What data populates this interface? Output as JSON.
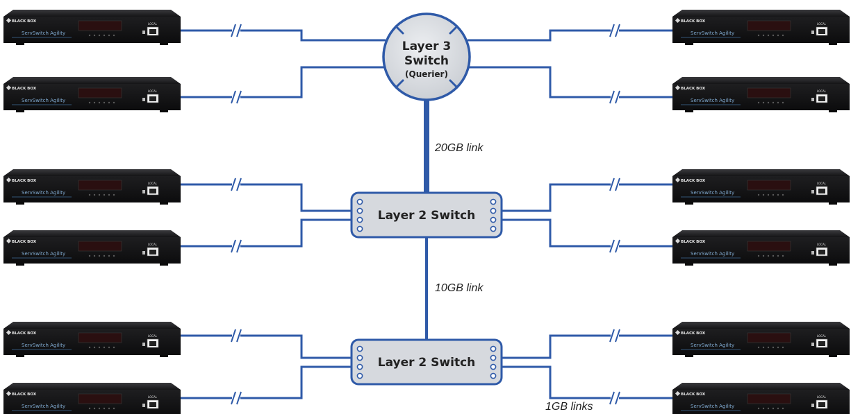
{
  "core_switch": {
    "line1": "Layer 3",
    "line2": "Switch",
    "line3": "(Querier)"
  },
  "access_switches": [
    {
      "label": "Layer 2 Switch"
    },
    {
      "label": "Layer 2 Switch"
    }
  ],
  "links": {
    "core_uplink": "20GB link",
    "inter_switch": "10GB link",
    "endpoint": "1GB links"
  },
  "device": {
    "brand": "BLACK BOX",
    "model": "ServSwitch Agility",
    "port_label": "LOCAL"
  },
  "endpoints": [
    {
      "side": "left",
      "group": "layer-3"
    },
    {
      "side": "left",
      "group": "layer-3"
    },
    {
      "side": "left",
      "group": "layer-2-upper"
    },
    {
      "side": "left",
      "group": "layer-2-upper"
    },
    {
      "side": "left",
      "group": "layer-2-lower"
    },
    {
      "side": "left",
      "group": "layer-2-lower"
    },
    {
      "side": "right",
      "group": "layer-3"
    },
    {
      "side": "right",
      "group": "layer-3"
    },
    {
      "side": "right",
      "group": "layer-2-upper"
    },
    {
      "side": "right",
      "group": "layer-2-upper"
    },
    {
      "side": "right",
      "group": "layer-2-lower"
    },
    {
      "side": "right",
      "group": "layer-2-lower"
    }
  ],
  "colors": {
    "link": "#2f5aa8",
    "switch_fill": "#d6d9de",
    "device_body": "#1c1c1e"
  }
}
